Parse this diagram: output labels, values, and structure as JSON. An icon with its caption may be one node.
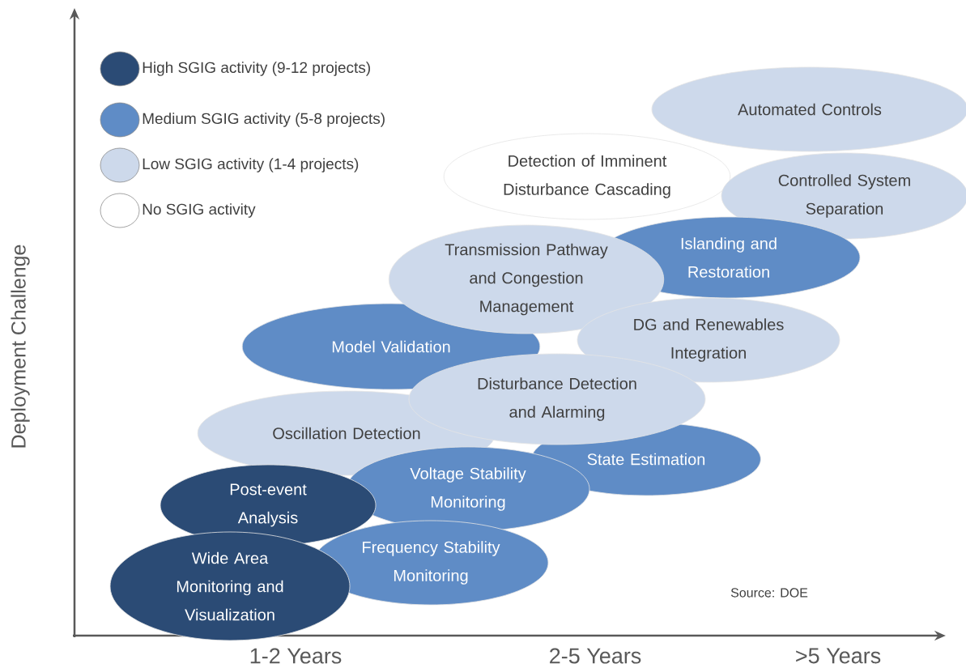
{
  "diagram": {
    "nodes": [
      {
        "text": [
          "Automated Controls"
        ]
      },
      {
        "text": [
          "Detection of Imminent Disturbance Cascading"
        ]
      },
      {
        "text": [
          "Controlled System Separation"
        ]
      },
      {
        "text": [
          "Islanding and Restoration"
        ]
      },
      {
        "text": [
          "Transmission Pathway and Congestion Management"
        ]
      },
      {
        "text": [
          "DG and Renewables Integration"
        ]
      },
      {
        "text": [
          "Model Validation"
        ]
      },
      {
        "text": [
          "Disturbance Detection and Alarming"
        ]
      },
      {
        "text": [
          "Oscillation Detection"
        ]
      },
      {
        "text": [
          "State Estimation"
        ]
      },
      {
        "text": [
          "Voltage Stability Monitoring"
        ]
      },
      {
        "text": [
          "Post-event Analysis"
        ]
      },
      {
        "text": [
          "Frequency Stability Monitoring"
        ]
      },
      {
        "text": [
          "Wide Area Monitoring and Visualization"
        ]
      }
    ],
    "labels": [
      "Deployment Challenge",
      "Source: DOE",
      "1-2 Years",
      "2-5 Years",
      ">5 Years"
    ],
    "legend": [
      {
        "text": "High SGIG activity (9-12 projects)",
        "color": "#2b4b75"
      },
      {
        "text": "Medium SGIG activity (5-8 projects)",
        "color": "#5f8cc6"
      },
      {
        "text": "Low SGIG activity (1-4 projects)",
        "color": "#cdd9eb"
      },
      {
        "text": "No SGIG activity"
      }
    ]
  }
}
